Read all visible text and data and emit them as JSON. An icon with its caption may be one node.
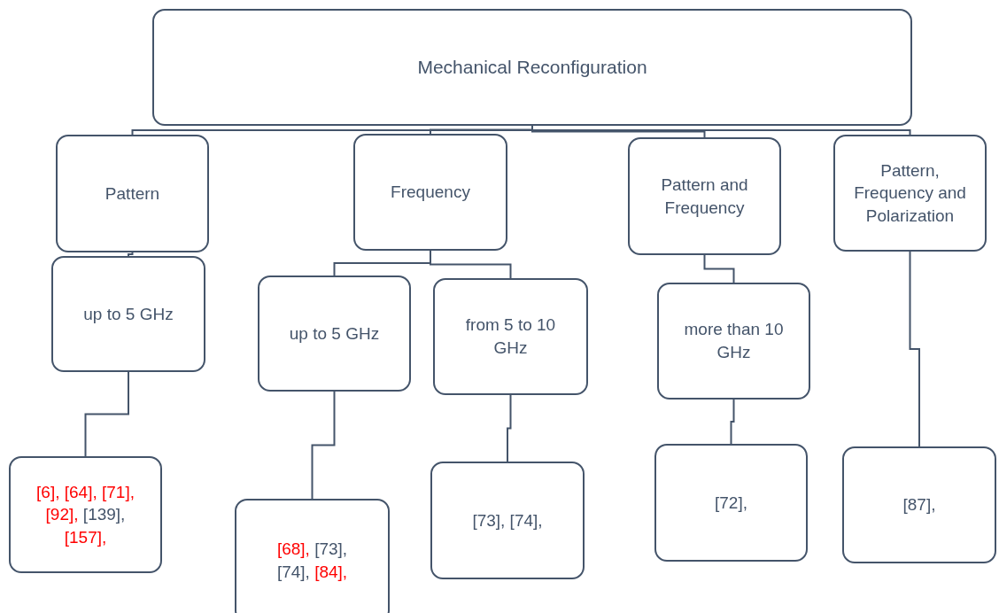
{
  "diagram": {
    "nodes": [
      {
        "text": [
          "Mechanical Reconfiguration"
        ]
      },
      {
        "text": [
          "Pattern"
        ]
      },
      {
        "text": [
          "Frequency"
        ]
      },
      {
        "text": [
          "Pattern and Frequency"
        ]
      },
      {
        "text": [
          "Pattern, Frequency and Polarization"
        ]
      },
      {
        "text": [
          "up to 5 GHz"
        ]
      },
      {
        "text": [
          "up to 5 GHz"
        ]
      },
      {
        "text": [
          "from 5 to 10 GHz"
        ]
      },
      {
        "text": [
          "more than 10 GHz"
        ]
      },
      {
        "text": [
          "[6], [64], [71], [92], [139], [157],"
        ]
      },
      {
        "text": [
          "[68], [73], [74], [84],"
        ]
      },
      {
        "text": [
          "[73], [74],"
        ]
      },
      {
        "text": [
          "[72],"
        ]
      },
      {
        "text": [
          "[87],"
        ]
      }
    ],
    "edges": [
      {
        "from": 0,
        "to": 1,
        "arrow": "none"
      },
      {
        "from": 0,
        "to": 2,
        "arrow": "none"
      },
      {
        "from": 0,
        "to": 3,
        "arrow": "none"
      },
      {
        "from": 0,
        "to": 4,
        "arrow": "none"
      },
      {
        "from": 1,
        "to": 5,
        "arrow": "none"
      },
      {
        "from": 2,
        "to": 6,
        "arrow": "none"
      },
      {
        "from": 2,
        "to": 7,
        "arrow": "none"
      },
      {
        "from": 3,
        "to": 8,
        "arrow": "none"
      },
      {
        "from": 4,
        "to": 13,
        "arrow": "none"
      },
      {
        "from": 5,
        "to": 9,
        "arrow": "none"
      },
      {
        "from": 6,
        "to": 10,
        "arrow": "none"
      },
      {
        "from": 7,
        "to": 11,
        "arrow": "none"
      },
      {
        "from": 8,
        "to": 12,
        "arrow": "none"
      }
    ]
  }
}
